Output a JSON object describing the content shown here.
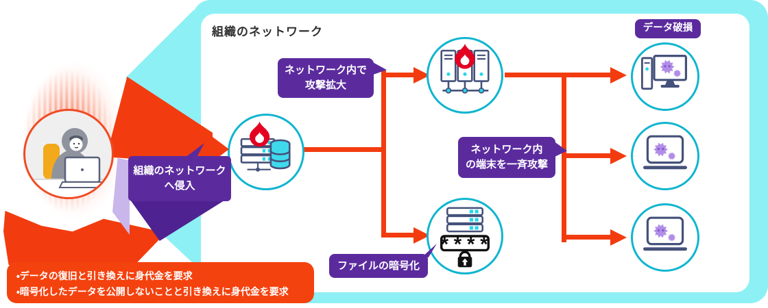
{
  "colors": {
    "accent_orange": "#f23c0f",
    "badge_purple": "#5b2b9e",
    "lavender_fold": "#c9b6ea",
    "cyan_background": "#8df0f5",
    "node_border_cyan": "#10b5cf",
    "icon_navy": "#44517a",
    "icon_cyan": "#2ad6e8",
    "virus_purple": "#b18de8",
    "flame_red": "#e30021",
    "ransom_box_orange": "#f4420f"
  },
  "network_box": {
    "title": "組織のネットワーク"
  },
  "intrusion_badge": {
    "line1": "組織のネットワーク",
    "line2": "へ侵入"
  },
  "spread_badge": {
    "line1": "ネットワーク内で",
    "line2": "攻撃拡大"
  },
  "attack_badge": {
    "line1": "ネットワーク内",
    "line2": "の端末を一斉攻撃"
  },
  "encrypt_badge": {
    "label": "ファイルの暗号化"
  },
  "corrupt_badge": {
    "label": "データ破損"
  },
  "ransom_notes": {
    "item1": "・データの復旧と引き換えに身代金を要求",
    "item2": "・暗号化したデータを公開しないことと引き換えに身代金を要求"
  },
  "encrypted_server": {
    "password_mask": "****"
  },
  "icons": {
    "hacker": "hooded-person-with-laptop",
    "infected_server": "server-and-database-with-flame",
    "server_cluster": "three-servers-with-flame",
    "encrypted_files": "server-with-password-field-and-padlock",
    "infected_desktop": "desktop-pc-with-virus",
    "infected_laptop": "laptop-with-virus"
  }
}
